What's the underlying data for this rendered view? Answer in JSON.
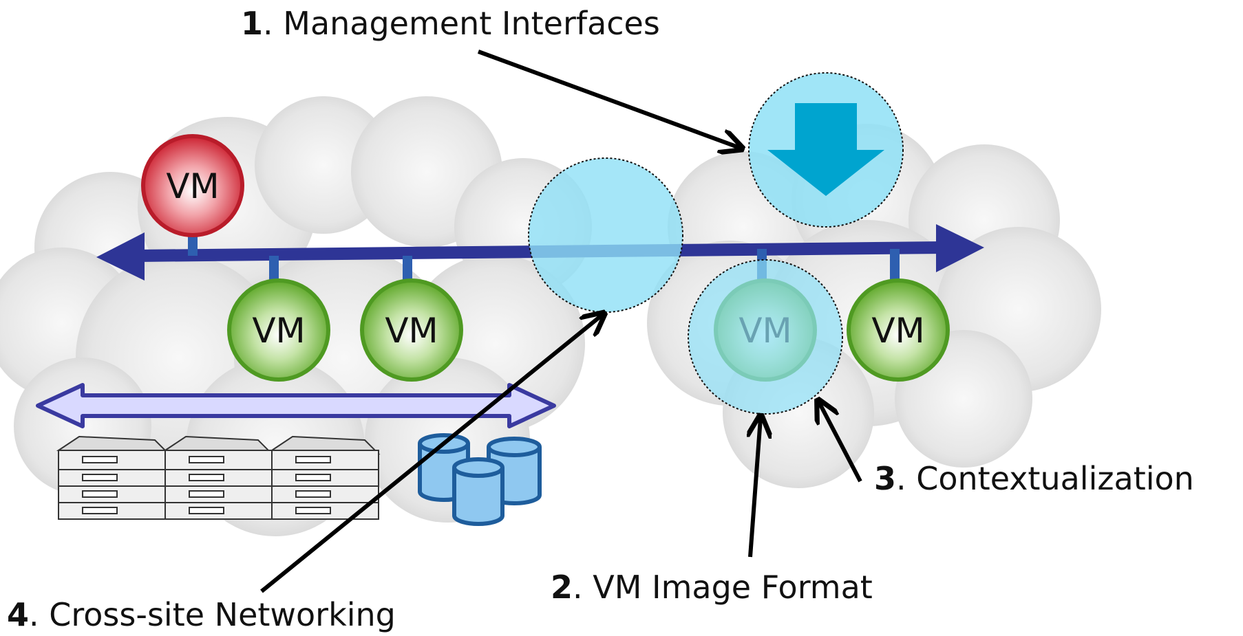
{
  "labels": {
    "management": {
      "number": "1",
      "text": ". Management Interfaces"
    },
    "image_format": {
      "number": "2",
      "text": ". VM Image Format"
    },
    "contextualization": {
      "number": "3",
      "text": ". Contextualization"
    },
    "networking": {
      "number": "4",
      "text": ". Cross-site Networking"
    }
  },
  "vms": [
    {
      "label": "VM",
      "status": "red"
    },
    {
      "label": "VM",
      "status": "green"
    },
    {
      "label": "VM",
      "status": "green"
    },
    {
      "label": "VM",
      "status": "green"
    },
    {
      "label": "VM",
      "status": "green"
    }
  ],
  "colors": {
    "network_line": "#2e3596",
    "vm_red": "#cc2231",
    "vm_green": "#5fa82a",
    "highlight": "#8fe0f6",
    "download_arrow": "#00a4cf",
    "storage": "#8fc8f0",
    "cloud": "#dcdcdc"
  }
}
